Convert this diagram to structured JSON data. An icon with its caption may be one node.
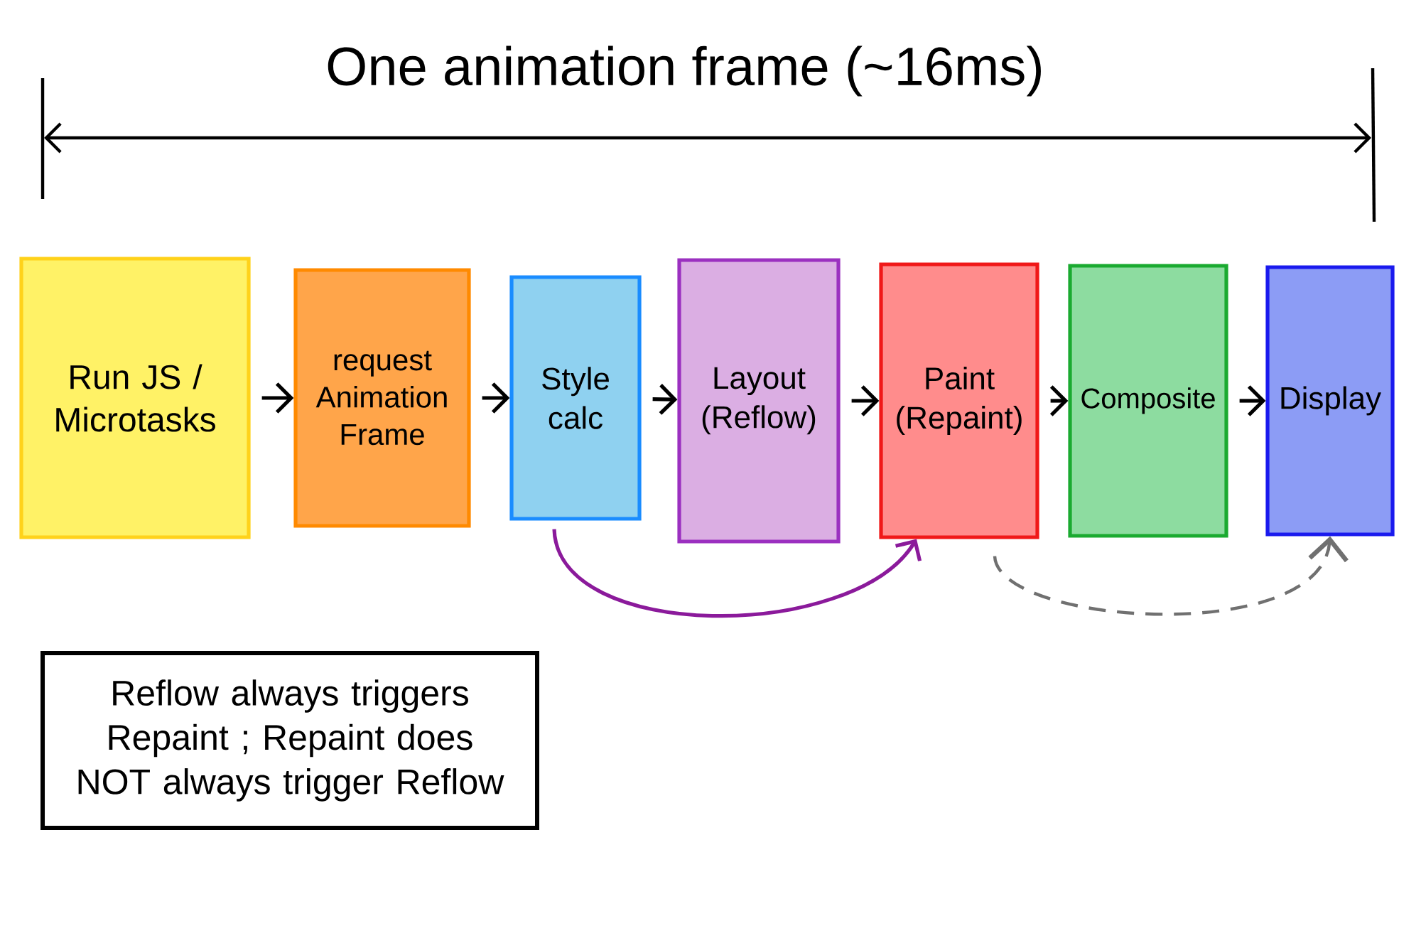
{
  "diagram": {
    "nodes": [
      {
        "text": [
          "Run JS / Microtasks"
        ]
      },
      {
        "text": [
          "request Animation Frame"
        ]
      },
      {
        "text": [
          "Style calc"
        ]
      },
      {
        "text": [
          "Layout (Reflow)"
        ]
      },
      {
        "text": [
          "Paint (Repaint)"
        ]
      },
      {
        "text": [
          "Composite"
        ]
      },
      {
        "text": [
          "Display"
        ]
      },
      {
        "text": [
          "Reflow always triggers Repaint ; Repaint does NOT always trigger Reflow"
        ]
      }
    ],
    "edges": [
      {
        "from": 0,
        "to": 1,
        "arrow": "to"
      },
      {
        "from": 1,
        "to": 2,
        "arrow": "to"
      },
      {
        "from": 2,
        "to": 3,
        "arrow": "to"
      },
      {
        "from": 3,
        "to": 4,
        "arrow": "to"
      },
      {
        "from": 4,
        "to": 5,
        "arrow": "to"
      },
      {
        "from": 5,
        "to": 6,
        "arrow": "to"
      },
      {
        "from": 2,
        "to": 4,
        "arrow": "to",
        "color": "#8b1a9b"
      },
      {
        "from": 4,
        "to": 6,
        "arrow": "to",
        "style": "dashed",
        "color": "#707070"
      }
    ],
    "labels": [
      "One animation frame (~16ms)"
    ]
  }
}
